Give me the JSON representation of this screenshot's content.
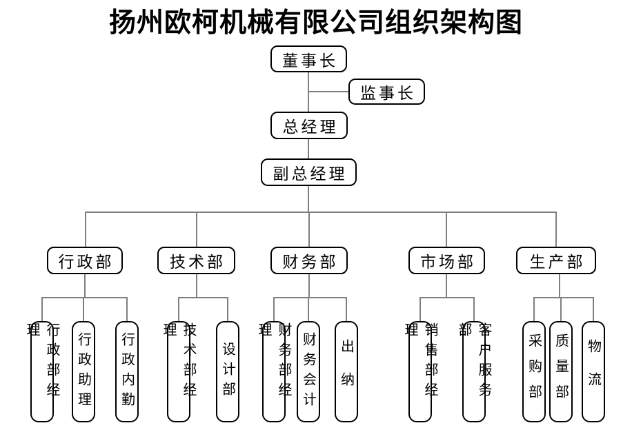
{
  "title": "扬州欧柯机械有限公司组织架构图",
  "org": {
    "chairman": "董事长",
    "supervisor": "监事长",
    "general_manager": "总经理",
    "deputy_general_manager": "副总经理",
    "departments": [
      {
        "label": "行政部",
        "children": [
          "行政部经理",
          "行政助理",
          "行政内勤"
        ]
      },
      {
        "label": "技术部",
        "children": [
          "技术部经理",
          "设计部"
        ]
      },
      {
        "label": "财务部",
        "children": [
          "财务部经理",
          "财务会计",
          "出纳"
        ]
      },
      {
        "label": "市场部",
        "children": [
          "销售部经理",
          "客户服务部"
        ]
      },
      {
        "label": "生产部",
        "children": [
          "采购部",
          "质量部",
          "物流"
        ]
      }
    ]
  },
  "colors": {
    "connector_line": "#7f7f7f",
    "box_border": "#000000",
    "background": "#ffffff",
    "text": "#000000"
  }
}
